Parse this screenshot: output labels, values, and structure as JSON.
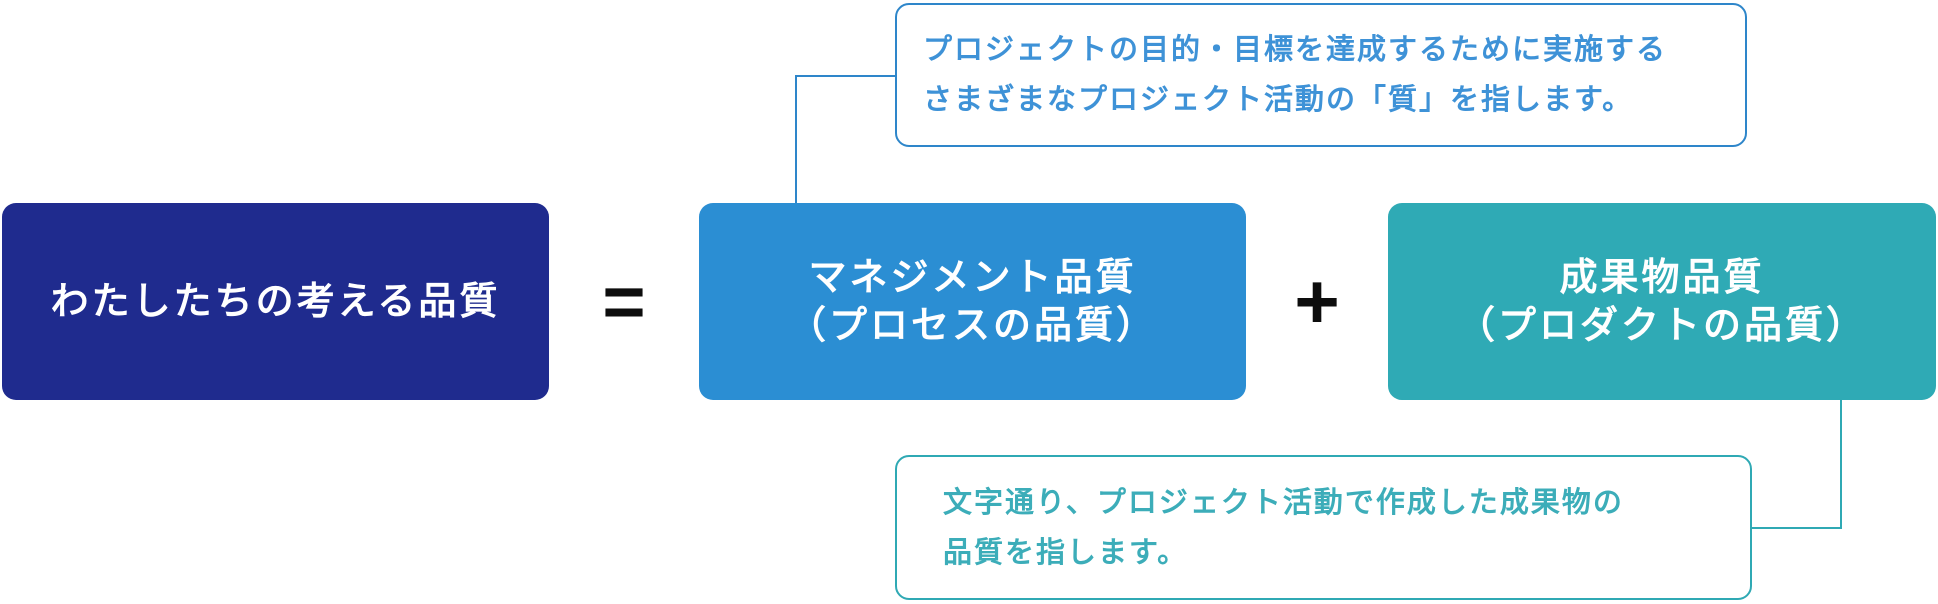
{
  "diagram": {
    "title_concept": "quality-equation",
    "equation": {
      "left_box": {
        "label": "わたしたちの考える品質"
      },
      "equals_symbol": "=",
      "middle_box": {
        "line1": "マネジメント品質",
        "line2": "（プロセスの品質）"
      },
      "plus_symbol": "+",
      "right_box": {
        "line1": "成果物品質",
        "line2": "（プロダクトの品質）"
      }
    },
    "callouts": {
      "management_note": {
        "line1": "プロジェクトの目的・目標を達成するために実施する",
        "line2": "さまざまなプロジェクト活動の「質」を指します。"
      },
      "deliverable_note": {
        "line1": "文字通り、プロジェクト活動で作成した成果物の",
        "line2": "品質を指します。"
      }
    },
    "colors": {
      "left_box_bg": "#1f2b8e",
      "middle_box_bg": "#2b8ed3",
      "right_box_bg": "#2faab5",
      "box_text": "#ffffff",
      "management_note_border": "#2e86ca",
      "management_note_text": "#3e92d7",
      "deliverable_note_border": "#2fa9b4",
      "deliverable_note_text": "#3cadb9",
      "operator_color": "#0d0d0d",
      "background": "#ffffff"
    }
  }
}
